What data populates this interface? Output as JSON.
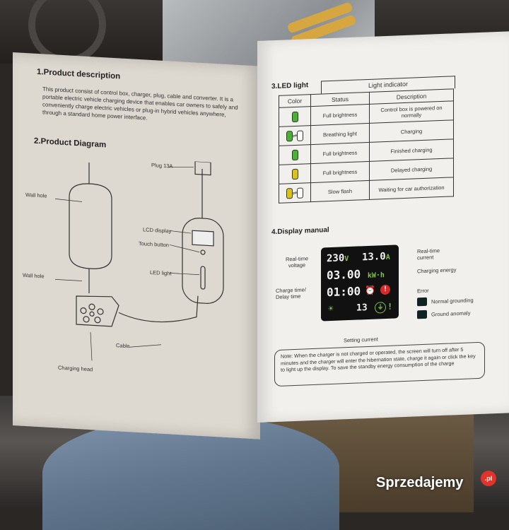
{
  "watermark": {
    "brand": "Sprzedajemy",
    "suffix": ".pl"
  },
  "left_page": {
    "section1_title": "1.Product description",
    "section1_text": "This product consist of control box, charger, plug, cable and converter. It is a portable electric vehicle charging device that enables car owners to safely and conveniently charge electric vehicles or plug-in hybrid vehicles anywhere, through a standard home power interface.",
    "section2_title": "2.Product Diagram",
    "labels": {
      "wall_hole_1": "Wall hole",
      "wall_hole_2": "Wall hole",
      "plug": "Plug 13A",
      "lcd": "LCD display",
      "touch": "Touch button",
      "led": "LED light",
      "cable": "Cable",
      "head": "Charging head"
    }
  },
  "right_page": {
    "section3_title": "3.LED light",
    "table_caption": "Light indicator",
    "headers": {
      "color": "Color",
      "status": "Status",
      "description": "Description"
    },
    "rows": [
      {
        "status": "Full brightness",
        "description": "Control box is powered on normally",
        "color": "#4fae3a",
        "blink": false
      },
      {
        "status": "Breathing light",
        "description": "Charging",
        "color": "#4fae3a",
        "blink": true
      },
      {
        "status": "Full brightness",
        "description": "Finished charging",
        "color": "#4fae3a",
        "blink": false
      },
      {
        "status": "Full brightness",
        "description": "Delayed charging",
        "color": "#d8c21f",
        "blink": false
      },
      {
        "status": "Slow flash",
        "description": "Waiting for car authorization",
        "color": "#d8c21f",
        "blink": true
      }
    ],
    "blink_symbol": "⇌",
    "section4_title": "4.Display manual",
    "display": {
      "voltage": "230",
      "voltage_unit": "V",
      "current": "13.0",
      "current_unit": "A",
      "energy": "03.00",
      "energy_unit": "kW·h",
      "time": "01:00",
      "setting_current": "13"
    },
    "display_labels": {
      "realtime_voltage": "Real-time voltage",
      "realtime_current": "Real-time current",
      "charging_energy": "Charging energy",
      "charge_time": "Charge time/ Delay time",
      "error": "Error",
      "setting_current": "Setting current",
      "normal_grounding": "Normal grounding",
      "ground_anomaly": "Ground anomaly"
    },
    "note": "Note: When the charger is not charged or operated, the screen will turn off after 5 minutes and the charger will enter the hibernation state, charge it again or click the key to light up the display. To save the standby energy consumption of the charge"
  }
}
